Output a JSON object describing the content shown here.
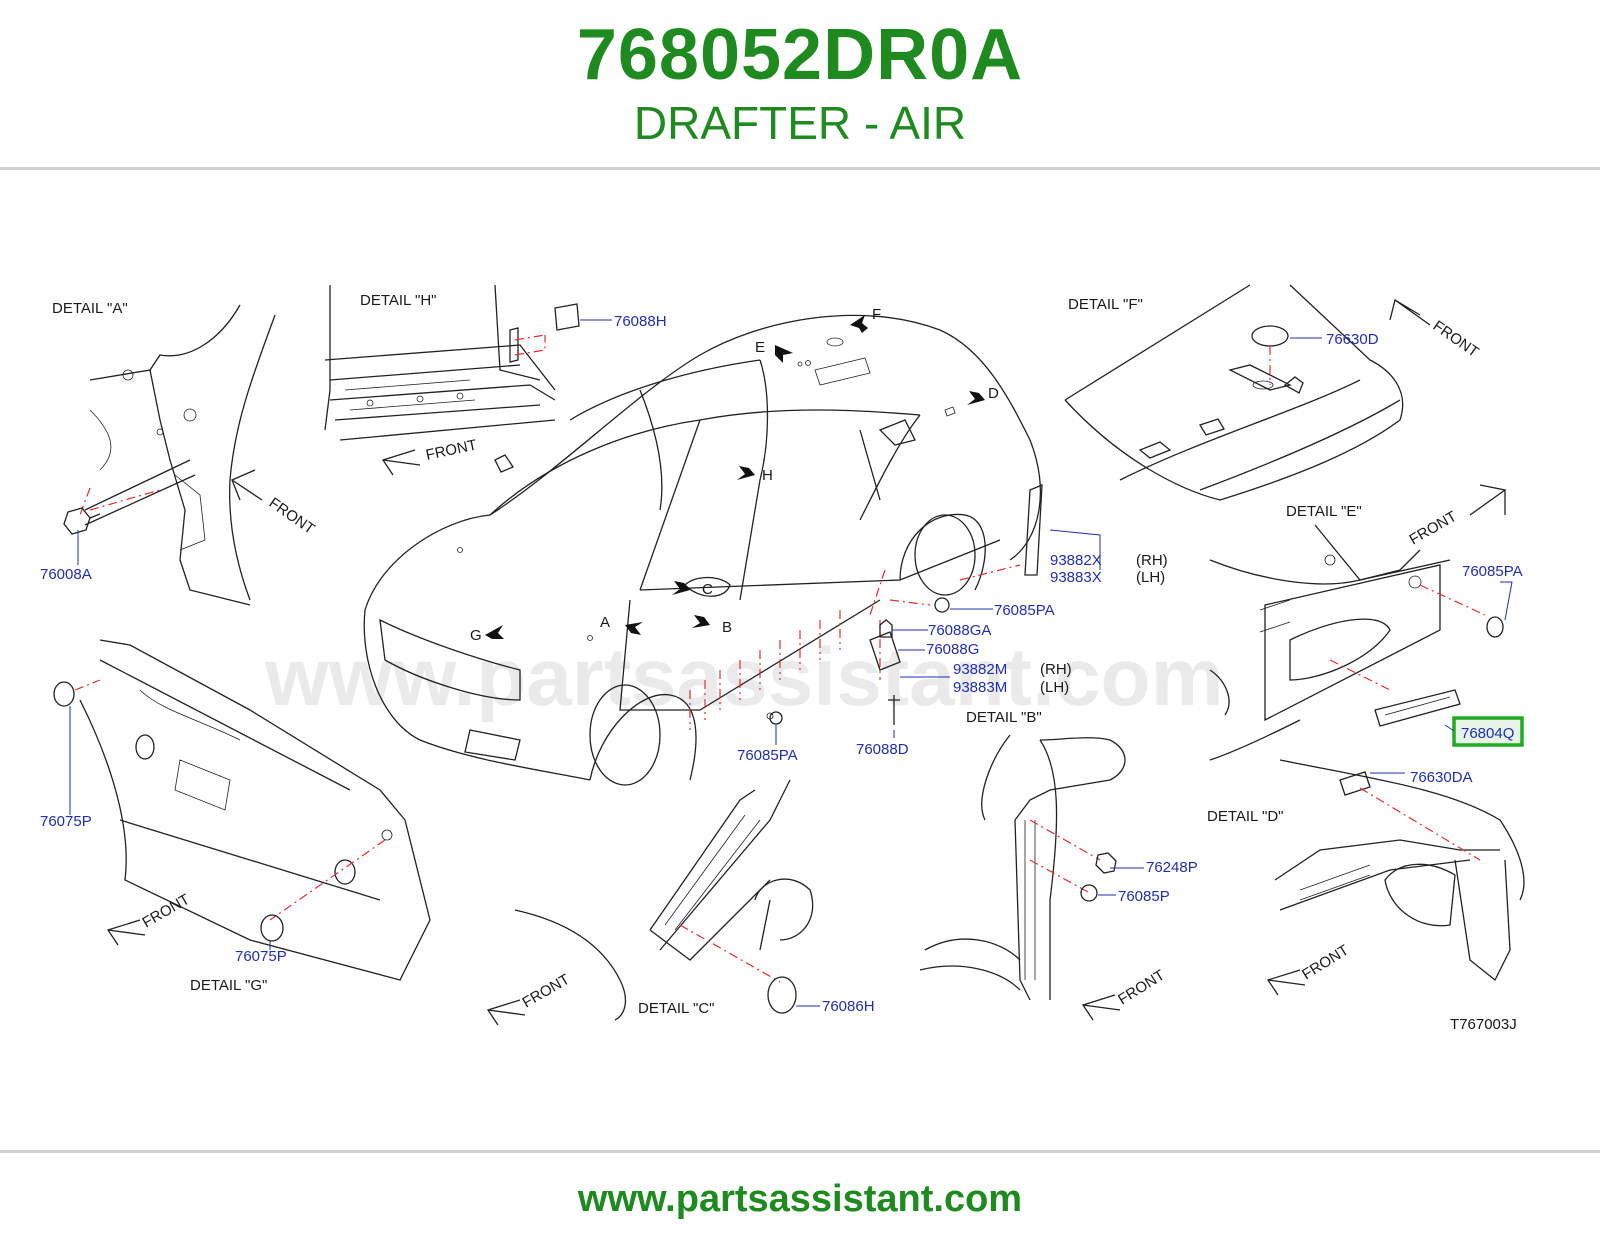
{
  "header": {
    "part_number": "768052DR0A",
    "part_name": "DRAFTER - AIR"
  },
  "footer": {
    "url": "www.partsassistant.com"
  },
  "diagram": {
    "watermark": "www.partsassistant.com",
    "figure_code": "T767003J",
    "details": {
      "A": "DETAIL  \"A\"",
      "B": "DETAIL  \"B\"",
      "C": "DETAIL  \"C\"",
      "D": "DETAIL  \"D\"",
      "E": "DETAIL  \"E\"",
      "F": "DETAIL  \"F\"",
      "G": "DETAIL  \"G\"",
      "H": "DETAIL  \"H\""
    },
    "front_label": "FRONT",
    "car_callouts": [
      "A",
      "B",
      "C",
      "D",
      "E",
      "F",
      "G",
      "H"
    ],
    "side": {
      "rh": "(RH)",
      "lh": "(LH)"
    },
    "parts": {
      "p76008A": "76008A",
      "p76088H": "76088H",
      "p76630D": "76630D",
      "p93882X": "93882X",
      "p93883X": "93883X",
      "p76085PA_1": "76085PA",
      "p76085PA_2": "76085PA",
      "p76085PA_3": "76085PA",
      "p76088GA": "76088GA",
      "p76088G": "76088G",
      "p93882M": "93882M",
      "p93883M": "93883M",
      "p76088D": "76088D",
      "p76075P_1": "76075P",
      "p76075P_2": "76075P",
      "p76804Q": "76804Q",
      "p76630DA": "76630DA",
      "p76248P": "76248P",
      "p76085P": "76085P",
      "p76086H": "76086H"
    },
    "highlight_color": "#22aa22"
  }
}
